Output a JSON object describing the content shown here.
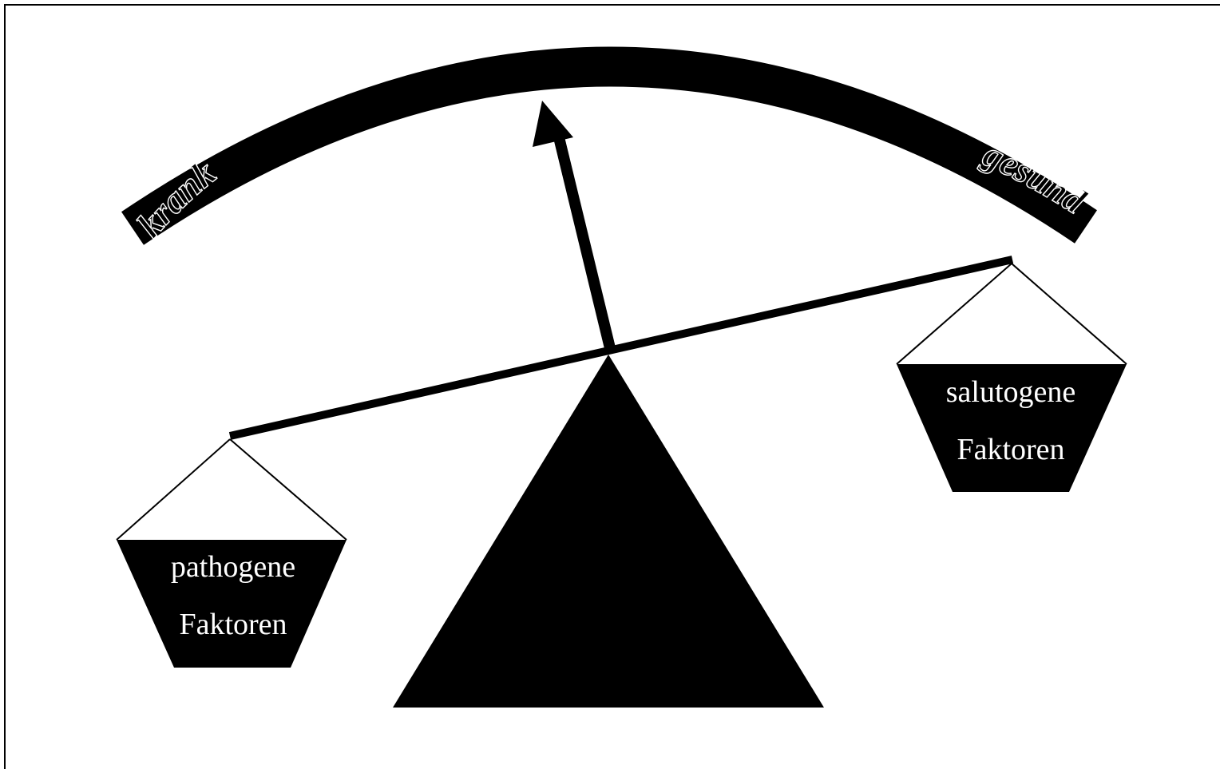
{
  "diagram": {
    "arc": {
      "left_label": "krank",
      "right_label": "gesund"
    },
    "left_pan": {
      "line1": "pathogene",
      "line2": "Faktoren"
    },
    "right_pan": {
      "line1": "salutogene",
      "line2": "Faktoren"
    }
  },
  "colors": {
    "ink": "#000000",
    "paper": "#ffffff"
  }
}
